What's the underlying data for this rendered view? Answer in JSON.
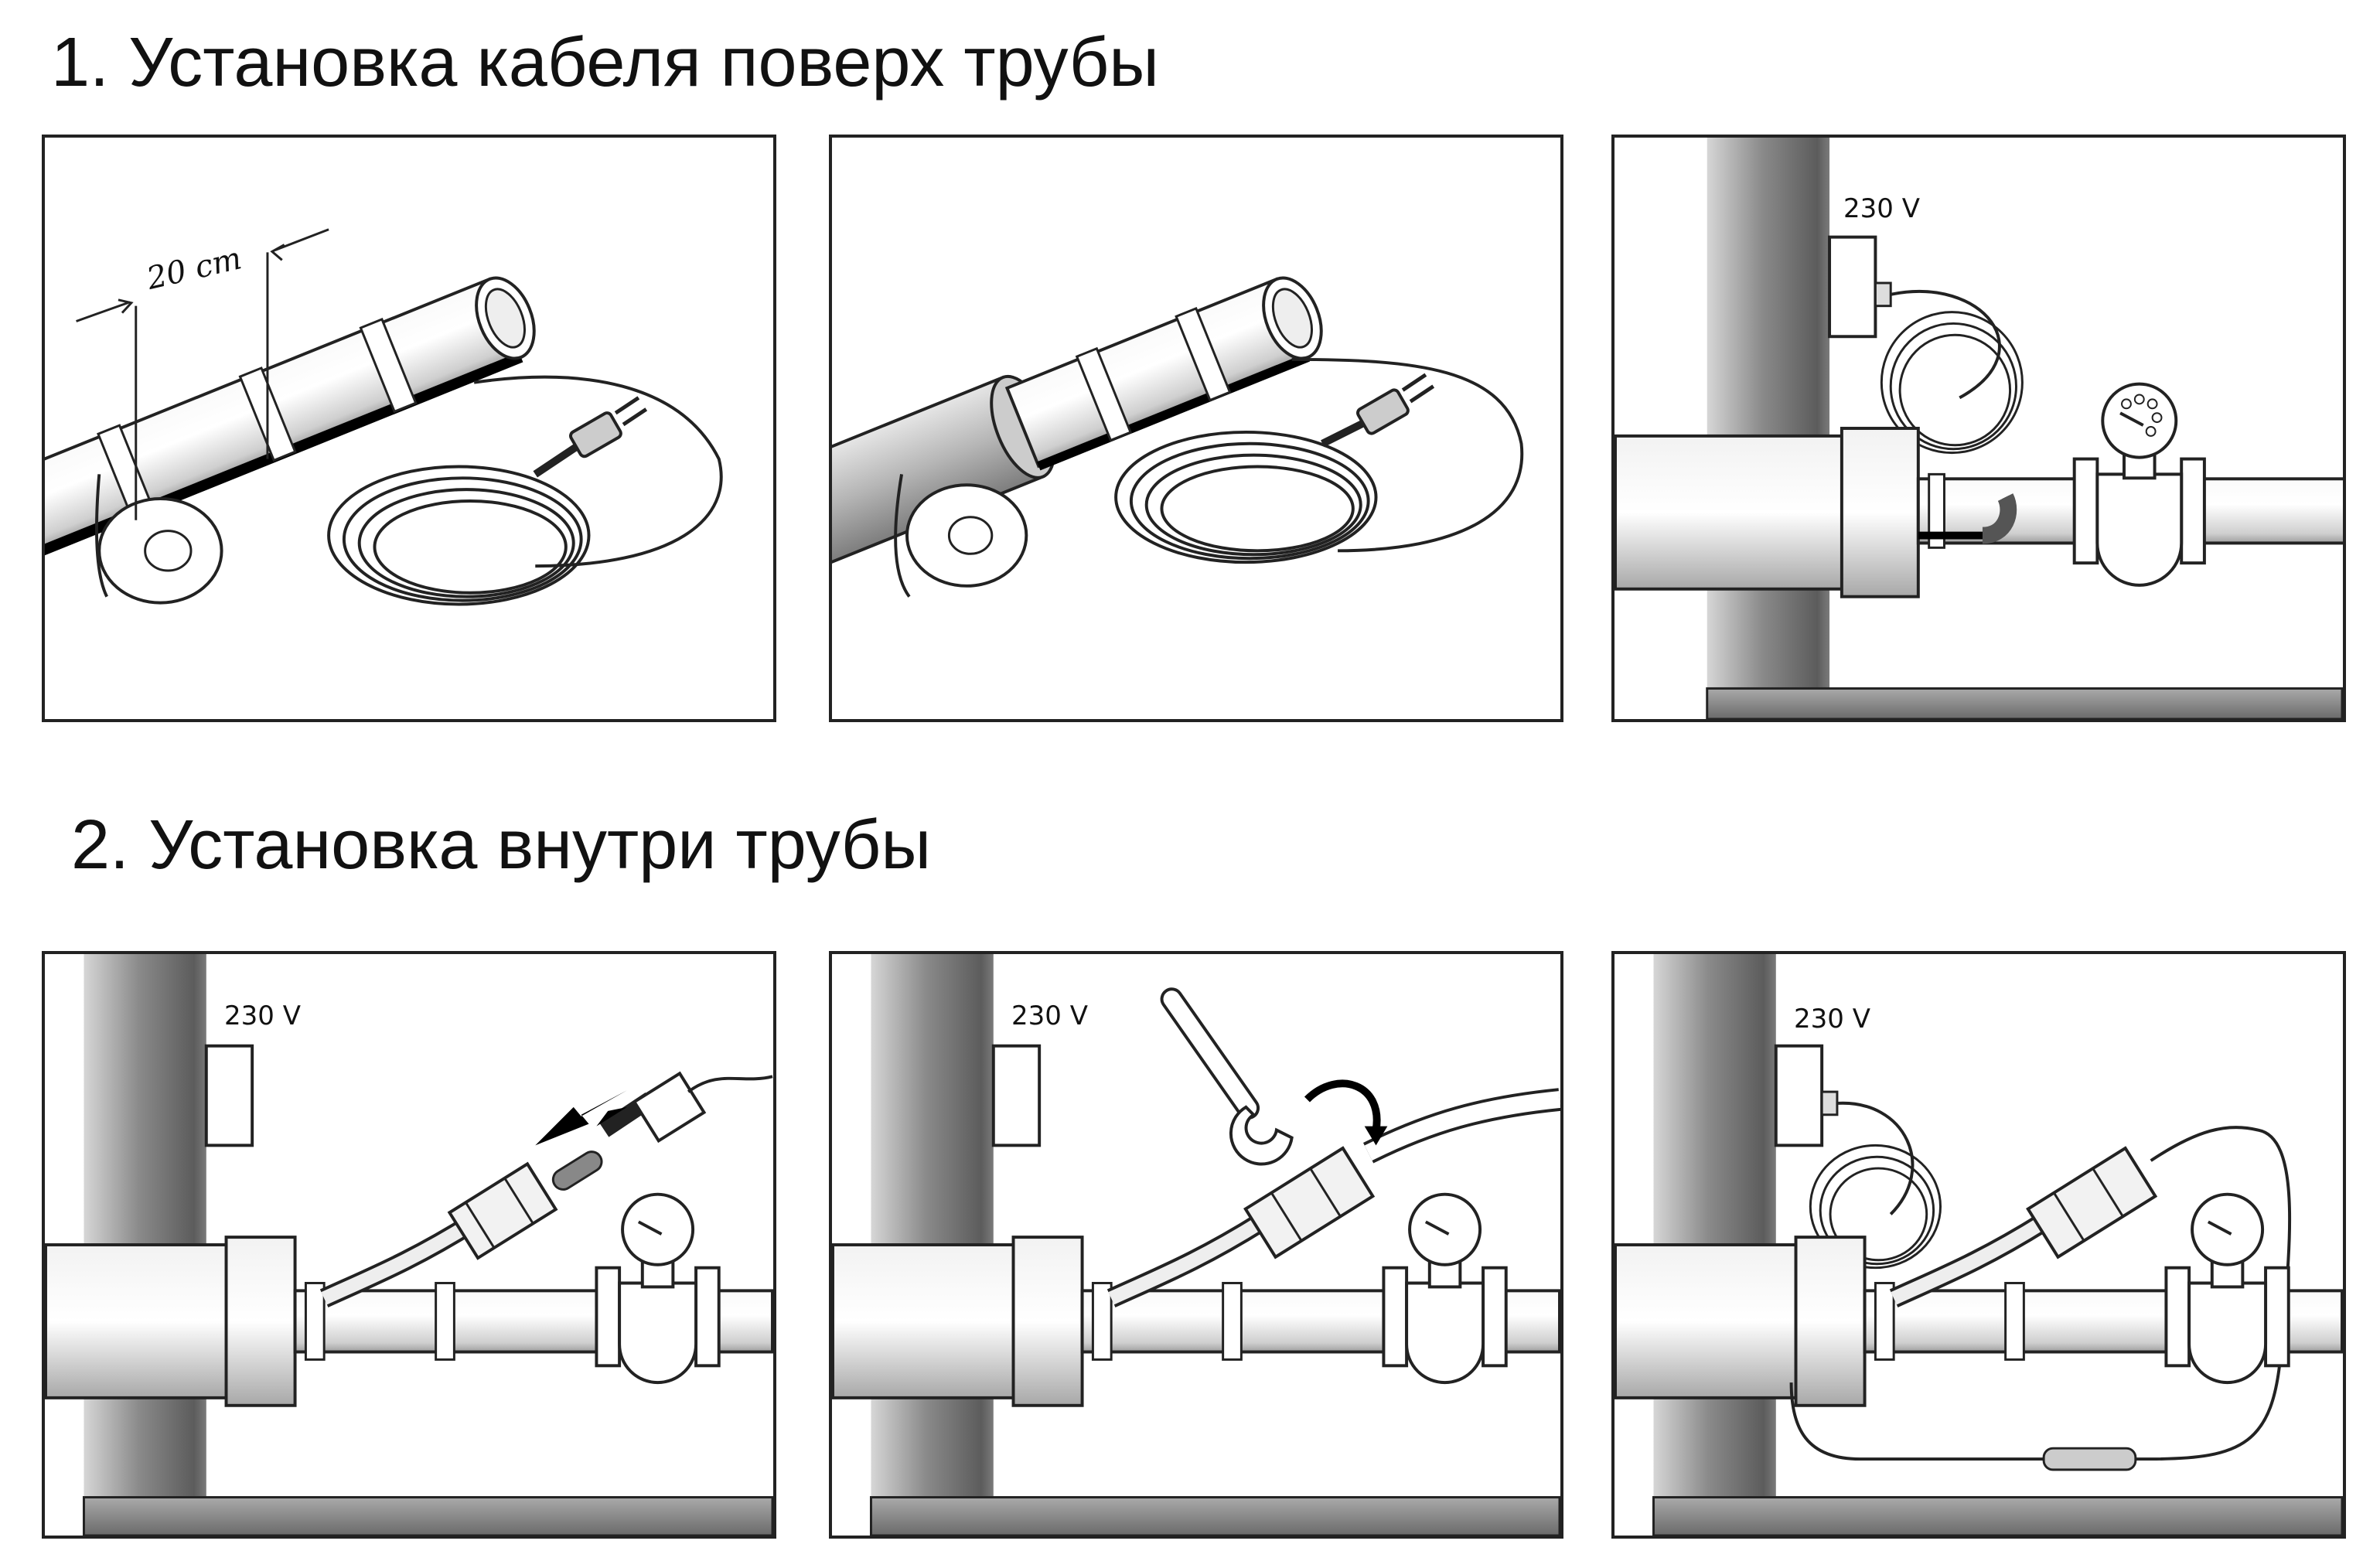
{
  "section1": {
    "title": "1. Установка кабеля поверх трубы"
  },
  "section2": {
    "title": "2. Установка внутри трубы"
  },
  "labels": {
    "dimension": "20 cm",
    "voltage": "230 V"
  },
  "icons": [
    "pipe-illustration",
    "tape-roll-icon",
    "plug-icon",
    "wall-socket-icon",
    "water-meter-icon",
    "wrench-icon",
    "rotate-arrow-icon",
    "insert-arrow-icon"
  ]
}
